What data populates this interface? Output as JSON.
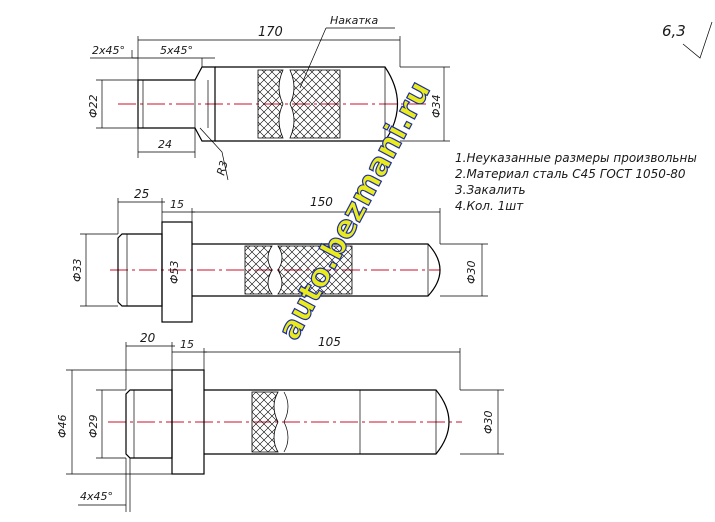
{
  "roughness": {
    "value": "6,3"
  },
  "notes": {
    "line1": "1.Неуказанные размеры произвольны",
    "line2": "2.Материал  сталь  С45 ГОСТ 1050-80",
    "line3": "3.Закалить",
    "line4": "4.Кол. 1шт"
  },
  "part1": {
    "knurl_label": "Накатка",
    "dim_overall": "170",
    "dim_chamfer1": "2x45°",
    "dim_chamfer2": "5x45°",
    "dim_dia_left": "Ф22",
    "dim_dia_right": "Ф34",
    "dim_len": "24",
    "dim_radius": "R3"
  },
  "part2": {
    "dim_a": "25",
    "dim_b": "15",
    "dim_c": "150",
    "dim_dia1": "Ф33",
    "dim_dia2": "Ф53",
    "dim_dia3": "Ф30"
  },
  "part3": {
    "dim_a": "20",
    "dim_b": "15",
    "dim_c": "105",
    "dim_dia1": "Ф46",
    "dim_dia2": "Ф29",
    "dim_dia3": "Ф30",
    "dim_chamfer": "4x45°"
  },
  "watermark": {
    "text": "auto.bezmani.ru"
  }
}
